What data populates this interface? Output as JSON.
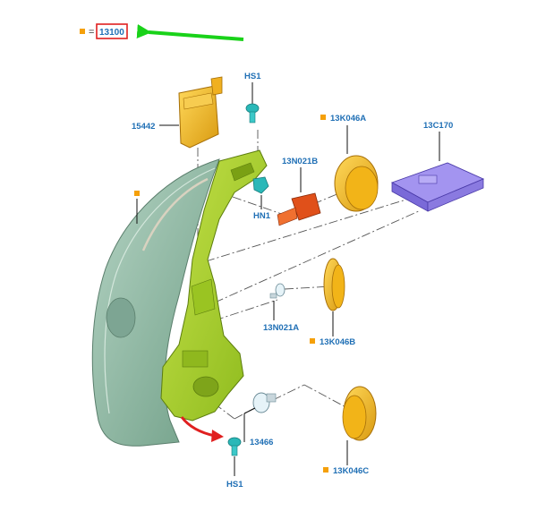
{
  "legend": {
    "equals": "=",
    "ref_number": "13100"
  },
  "labels": {
    "hs1_top": "HS1",
    "p15442": "15442",
    "p13n021b": "13N021B",
    "hn1": "HN1",
    "p13k046a": "13K046A",
    "p13c170": "13C170",
    "p13n021a": "13N021A",
    "p13k046b": "13K046B",
    "p13466": "13466",
    "hs1_bottom": "HS1",
    "p13k046c": "13K046C"
  },
  "colors": {
    "marker": "#f5a00a",
    "label_text": "#1f6fb5",
    "highlight_box": "#e02020",
    "green_arrow": "#19d219",
    "red_arrow": "#e02020",
    "housing_green": "#a9d22a",
    "lens": "#8fb8a0",
    "cap_yellow": "#f2b418",
    "bulb_red": "#e0501a",
    "ecu_purple": "#8a7ae0",
    "screw_teal": "#2ab8b8"
  },
  "icons": {
    "marker": "orange-square-icon",
    "pointer": "green-arrow-icon",
    "rotate": "red-curved-arrow-icon"
  }
}
